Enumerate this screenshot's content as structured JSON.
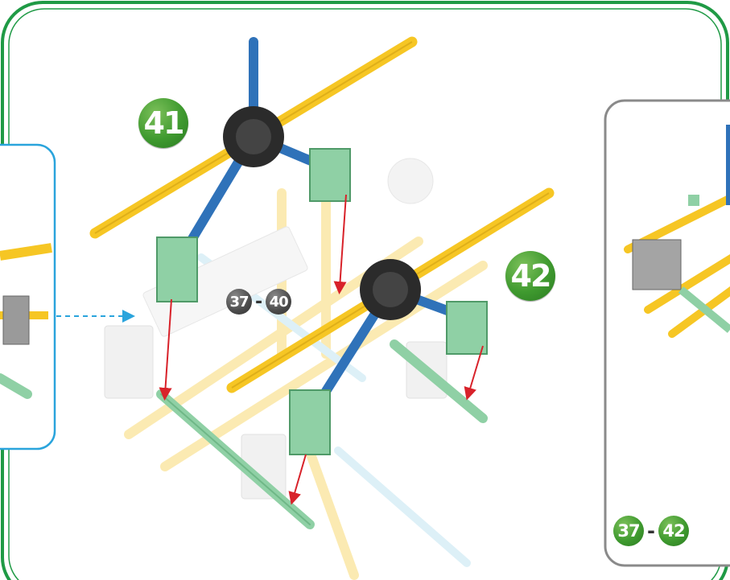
{
  "steps": {
    "step_41": "41",
    "step_42": "42"
  },
  "references": {
    "left_range": {
      "from": "37",
      "separator": "-",
      "to": "40"
    },
    "right_range": {
      "from": "37",
      "separator": "-",
      "to": "42"
    }
  },
  "colors": {
    "frame_green": "#1f9a45",
    "step_green": "#3f9a2f",
    "callout_blue": "#2aa4dc",
    "callout_gray": "#8a8a8a",
    "rod_yellow": "#f6c624",
    "rod_blue": "#2f72b9",
    "connector_green": "#8fd0a5",
    "connector_black": "#2b2b2b",
    "arrow_red": "#d8222a"
  },
  "icons": {
    "callout_left": "zoom-callout-icon",
    "callout_right": "preview-callout-icon",
    "arrow": "red-insertion-arrow-icon",
    "dashed_arrow": "blue-dashed-pointer-icon"
  }
}
